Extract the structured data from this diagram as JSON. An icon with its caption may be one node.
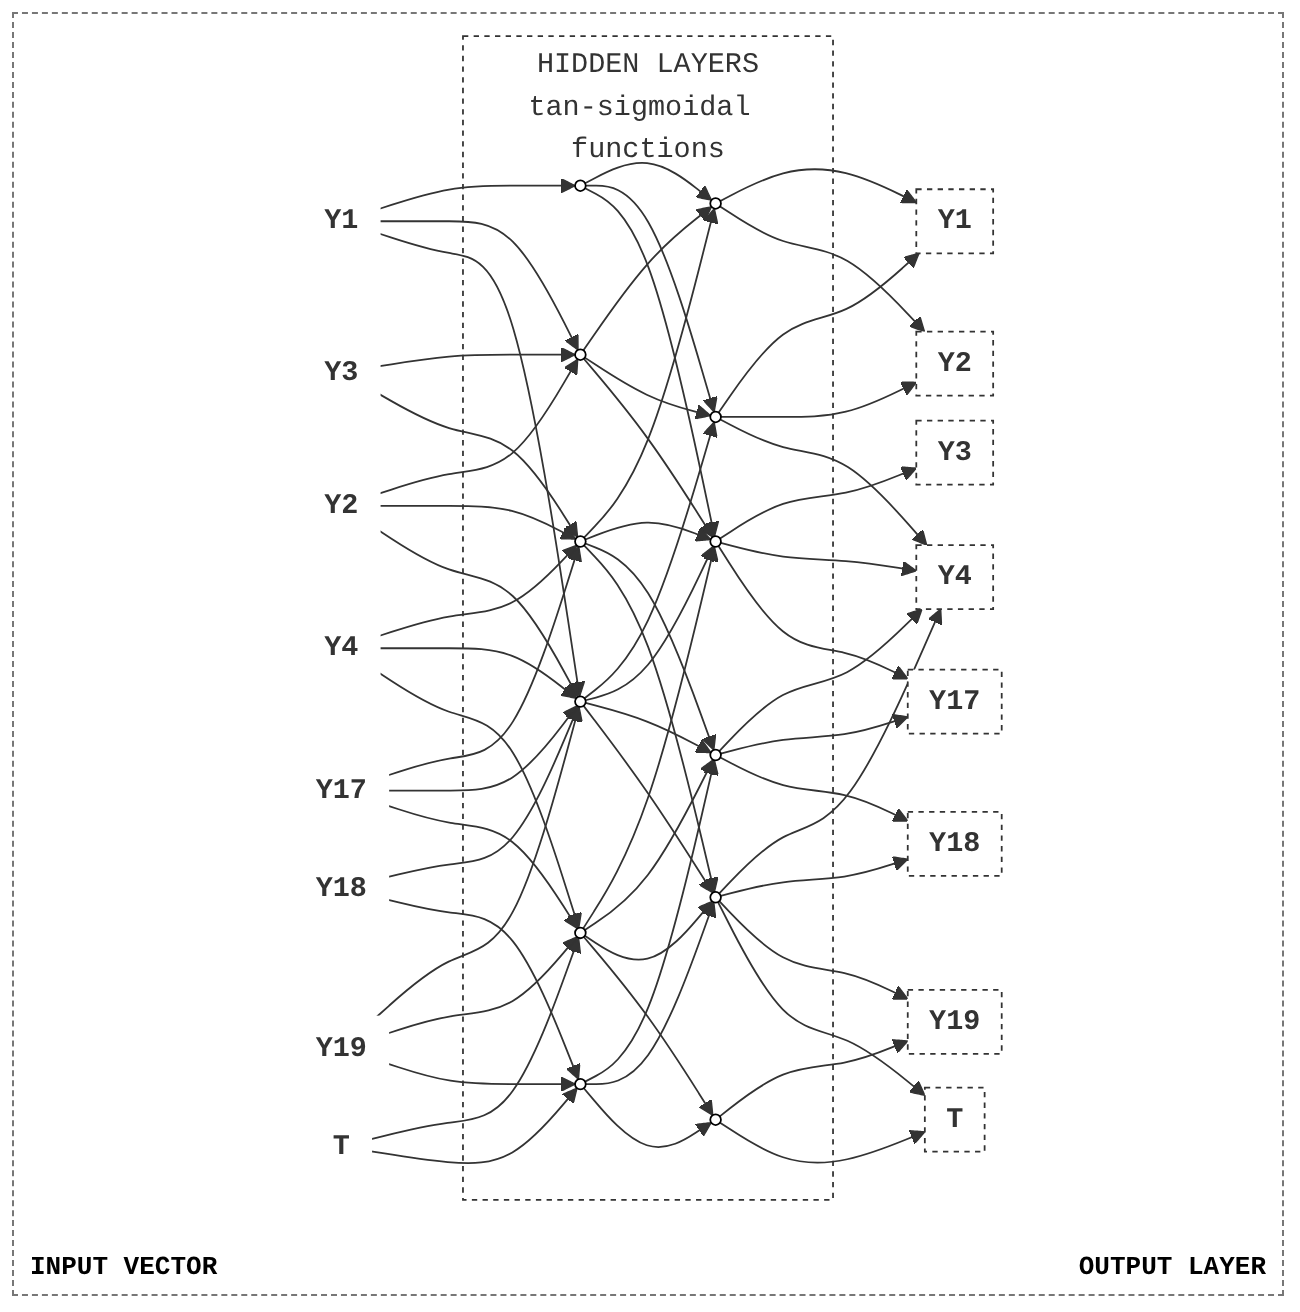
{
  "diagram": {
    "nodes": [
      {
        "text": [
          "Y1"
        ]
      },
      {
        "text": [
          "Y2"
        ]
      },
      {
        "text": [
          "Y3"
        ]
      },
      {
        "text": [
          "Y4"
        ]
      },
      {
        "text": [
          "Y17"
        ]
      },
      {
        "text": [
          "Y18"
        ]
      },
      {
        "text": [
          "Y19"
        ]
      },
      {
        "text": [
          "T"
        ]
      },
      {
        "text": [
          "HIDDEN LAYERS",
          "tan-sigmoidal functions"
        ]
      },
      {
        "text": [],
        "shape": "circle",
        "in": 8
      },
      {
        "text": [],
        "shape": "circle",
        "in": 8
      },
      {
        "text": [],
        "shape": "circle",
        "in": 8
      },
      {
        "text": [],
        "shape": "circle",
        "in": 8
      },
      {
        "text": [],
        "shape": "circle",
        "in": 8
      },
      {
        "text": [],
        "shape": "circle",
        "in": 8
      },
      {
        "text": [],
        "shape": "circle",
        "in": 8
      },
      {
        "text": [],
        "shape": "circle",
        "in": 8
      },
      {
        "text": [],
        "shape": "circle",
        "in": 8
      },
      {
        "text": [],
        "shape": "circle",
        "in": 8
      },
      {
        "text": [],
        "shape": "circle",
        "in": 8
      },
      {
        "text": [],
        "shape": "circle",
        "in": 8
      },
      {
        "text": [
          "Y1"
        ]
      },
      {
        "text": [
          "Y2"
        ]
      },
      {
        "text": [
          "Y3"
        ]
      },
      {
        "text": [
          "Y4"
        ]
      },
      {
        "text": [
          "Y17"
        ]
      },
      {
        "text": [
          "Y18"
        ]
      },
      {
        "text": [
          "Y19"
        ]
      },
      {
        "text": [
          "T"
        ]
      }
    ],
    "edges": [
      {
        "from": 0,
        "to": 9,
        "arrow": "to"
      },
      {
        "from": 0,
        "to": 10,
        "arrow": "to"
      },
      {
        "from": 0,
        "to": 12,
        "arrow": "to"
      },
      {
        "from": 1,
        "to": 10,
        "arrow": "to"
      },
      {
        "from": 1,
        "to": 11,
        "arrow": "to"
      },
      {
        "from": 1,
        "to": 12,
        "arrow": "to"
      },
      {
        "from": 2,
        "to": 10,
        "arrow": "to"
      },
      {
        "from": 2,
        "to": 11,
        "arrow": "to"
      },
      {
        "from": 3,
        "to": 11,
        "arrow": "to"
      },
      {
        "from": 3,
        "to": 12,
        "arrow": "to"
      },
      {
        "from": 3,
        "to": 13,
        "arrow": "to"
      },
      {
        "from": 4,
        "to": 11,
        "arrow": "to"
      },
      {
        "from": 4,
        "to": 12,
        "arrow": "to"
      },
      {
        "from": 4,
        "to": 13,
        "arrow": "to"
      },
      {
        "from": 5,
        "to": 12,
        "arrow": "to"
      },
      {
        "from": 5,
        "to": 14,
        "arrow": "to"
      },
      {
        "from": 6,
        "to": 12,
        "arrow": "to"
      },
      {
        "from": 6,
        "to": 13,
        "arrow": "to"
      },
      {
        "from": 6,
        "to": 14,
        "arrow": "to"
      },
      {
        "from": 7,
        "to": 13,
        "arrow": "to"
      },
      {
        "from": 7,
        "to": 14,
        "arrow": "to"
      },
      {
        "from": 9,
        "to": 15,
        "arrow": "to"
      },
      {
        "from": 9,
        "to": 16,
        "arrow": "to"
      },
      {
        "from": 9,
        "to": 17,
        "arrow": "to"
      },
      {
        "from": 10,
        "to": 15,
        "arrow": "to"
      },
      {
        "from": 10,
        "to": 16,
        "arrow": "to"
      },
      {
        "from": 10,
        "to": 17,
        "arrow": "to"
      },
      {
        "from": 11,
        "to": 15,
        "arrow": "to"
      },
      {
        "from": 11,
        "to": 17,
        "arrow": "to"
      },
      {
        "from": 11,
        "to": 18,
        "arrow": "to"
      },
      {
        "from": 11,
        "to": 19,
        "arrow": "to"
      },
      {
        "from": 12,
        "to": 16,
        "arrow": "to"
      },
      {
        "from": 12,
        "to": 17,
        "arrow": "to"
      },
      {
        "from": 12,
        "to": 18,
        "arrow": "to"
      },
      {
        "from": 12,
        "to": 19,
        "arrow": "to"
      },
      {
        "from": 13,
        "to": 17,
        "arrow": "to"
      },
      {
        "from": 13,
        "to": 18,
        "arrow": "to"
      },
      {
        "from": 13,
        "to": 19,
        "arrow": "to"
      },
      {
        "from": 13,
        "to": 20,
        "arrow": "to"
      },
      {
        "from": 14,
        "to": 18,
        "arrow": "to"
      },
      {
        "from": 14,
        "to": 19,
        "arrow": "to"
      },
      {
        "from": 14,
        "to": 20,
        "arrow": "to"
      },
      {
        "from": 15,
        "to": 21,
        "arrow": "to"
      },
      {
        "from": 15,
        "to": 22,
        "arrow": "to"
      },
      {
        "from": 16,
        "to": 21,
        "arrow": "to"
      },
      {
        "from": 16,
        "to": 22,
        "arrow": "to"
      },
      {
        "from": 16,
        "to": 24,
        "arrow": "to"
      },
      {
        "from": 17,
        "to": 23,
        "arrow": "to"
      },
      {
        "from": 17,
        "to": 24,
        "arrow": "to"
      },
      {
        "from": 17,
        "to": 25,
        "arrow": "to"
      },
      {
        "from": 18,
        "to": 24,
        "arrow": "to"
      },
      {
        "from": 18,
        "to": 25,
        "arrow": "to"
      },
      {
        "from": 18,
        "to": 26,
        "arrow": "to"
      },
      {
        "from": 19,
        "to": 24,
        "arrow": "to"
      },
      {
        "from": 19,
        "to": 26,
        "arrow": "to"
      },
      {
        "from": 19,
        "to": 27,
        "arrow": "to"
      },
      {
        "from": 19,
        "to": 28,
        "arrow": "to"
      },
      {
        "from": 20,
        "to": 27,
        "arrow": "to"
      },
      {
        "from": 20,
        "to": 28,
        "arrow": "to"
      }
    ],
    "labels": [
      "INPUT VECTOR",
      "OUTPUT LAYER"
    ]
  }
}
